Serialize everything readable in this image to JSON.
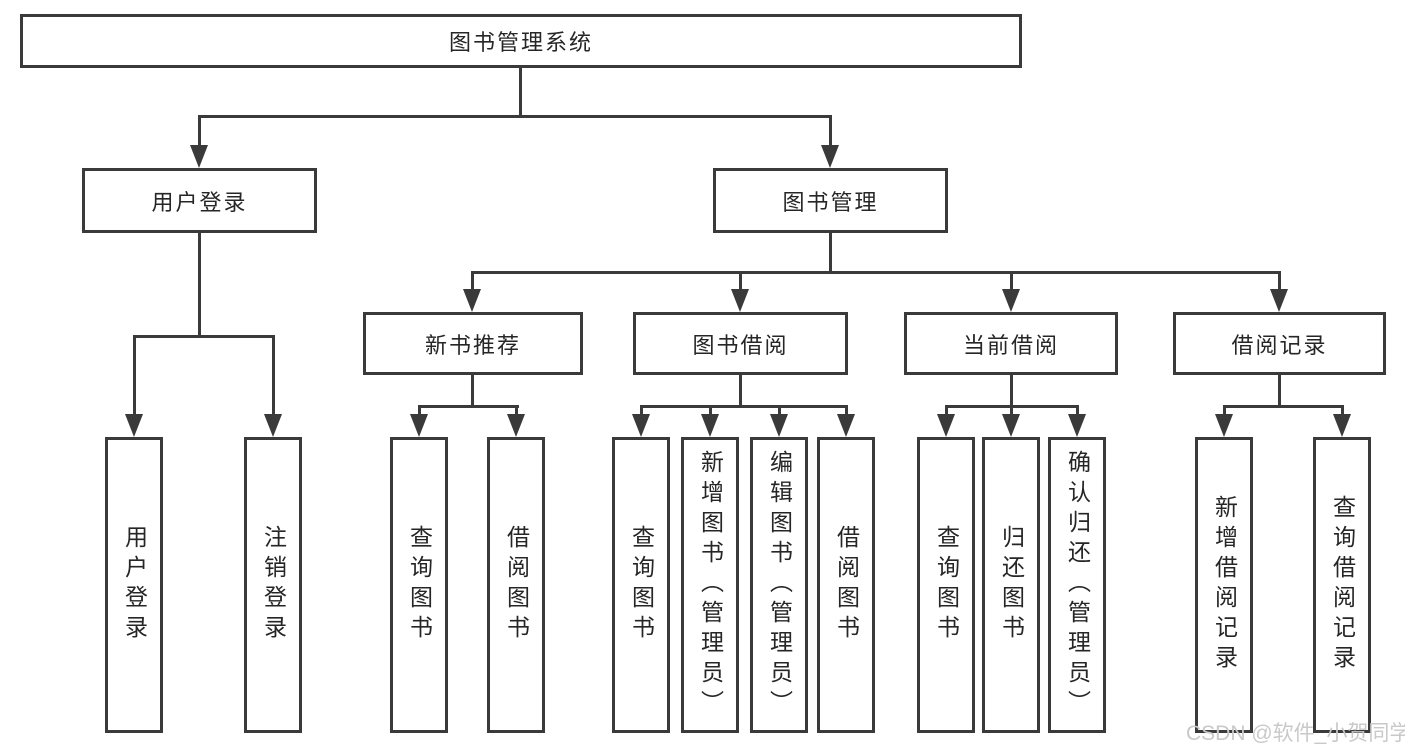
{
  "diagram": {
    "tree": {
      "label": "图书管理系统",
      "children": [
        {
          "label": "用户登录",
          "children": [
            {
              "label": "用户登录"
            },
            {
              "label": "注销登录"
            }
          ]
        },
        {
          "label": "图书管理",
          "children": [
            {
              "label": "新书推荐",
              "children": [
                {
                  "label": "查询图书"
                },
                {
                  "label": "借阅图书"
                }
              ]
            },
            {
              "label": "图书借阅",
              "children": [
                {
                  "label": "查询图书"
                },
                {
                  "label": "新增图书（管理员）"
                },
                {
                  "label": "编辑图书（管理员）"
                },
                {
                  "label": "借阅图书"
                }
              ]
            },
            {
              "label": "当前借阅",
              "children": [
                {
                  "label": "查询图书"
                },
                {
                  "label": "归还图书"
                },
                {
                  "label": "确认归还（管理员）"
                }
              ]
            },
            {
              "label": "借阅记录",
              "children": [
                {
                  "label": "新增借阅记录"
                },
                {
                  "label": "查询借阅记录"
                }
              ]
            }
          ]
        }
      ]
    },
    "watermark": "CSDN @软件_小贺同学",
    "colors": {
      "line": "#3a3a3a",
      "text": "#262626",
      "watermark": "#c9c9c9",
      "background": "#ffffff"
    }
  }
}
